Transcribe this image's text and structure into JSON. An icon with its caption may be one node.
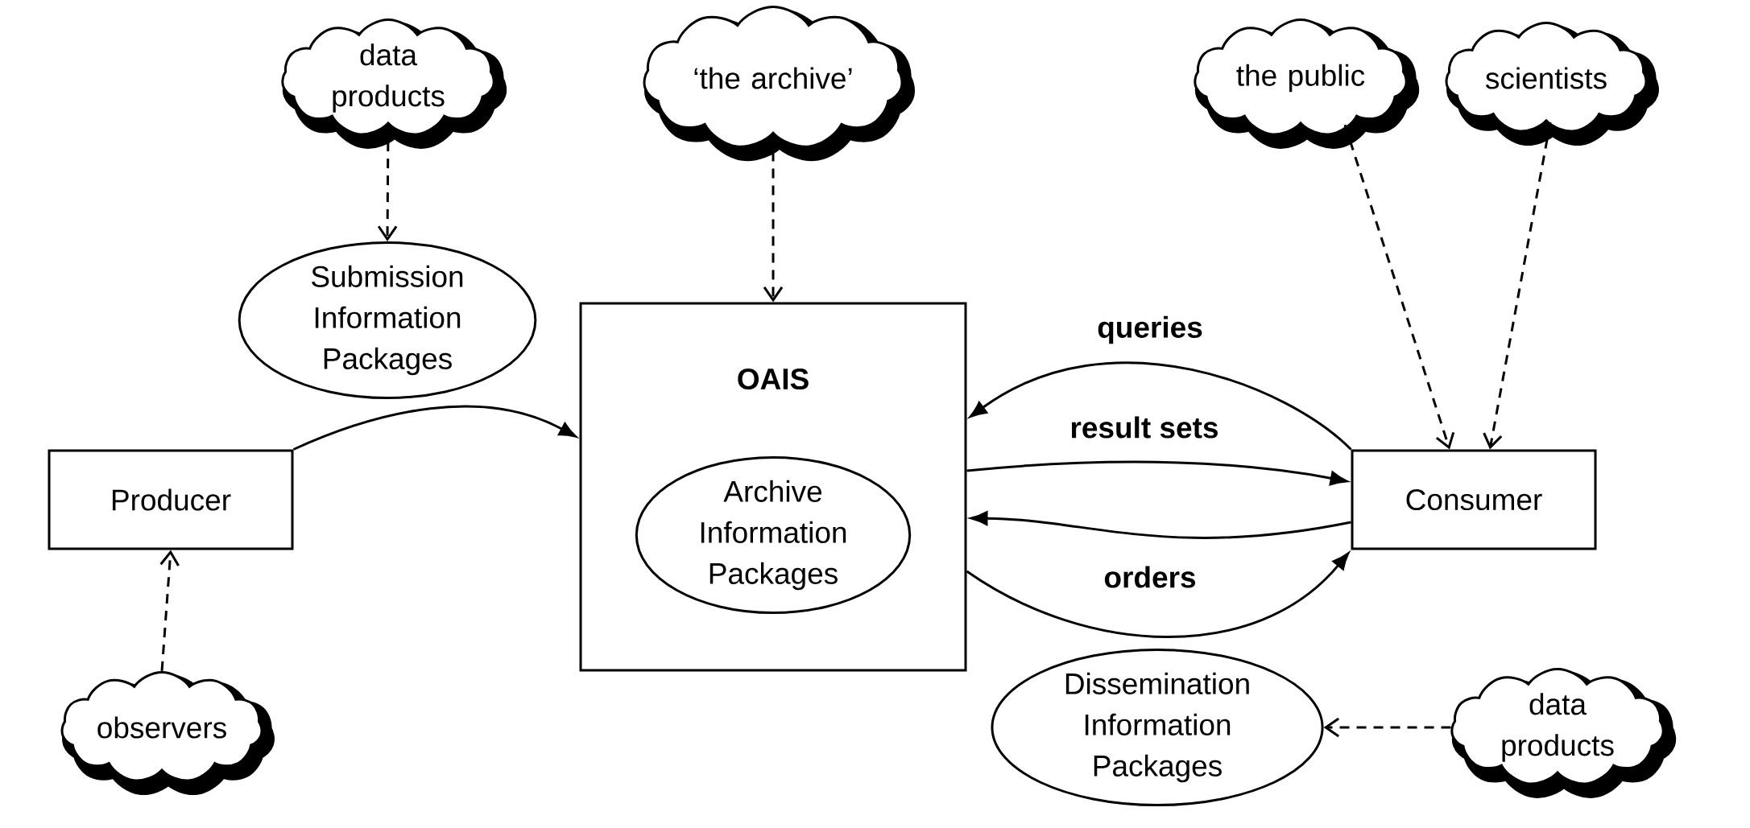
{
  "diagram": {
    "nodes": [
      {
        "text": [
          "data products"
        ]
      },
      {
        "text": [
          "‘the archive’"
        ]
      },
      {
        "text": [
          "the public"
        ]
      },
      {
        "text": [
          "scientists"
        ]
      },
      {
        "text": [
          "Submission Information Packages"
        ]
      },
      {
        "text": [
          "OAIS"
        ]
      },
      {
        "text": [
          "Archive Information Packages"
        ],
        "in": 5
      },
      {
        "text": [
          "Producer"
        ]
      },
      {
        "text": [
          "Consumer"
        ]
      },
      {
        "text": [
          "Dissemination Information Packages"
        ]
      },
      {
        "text": [
          "observers"
        ]
      },
      {
        "text": [
          "data products"
        ]
      }
    ],
    "edges": [
      {
        "from": 0,
        "to": 4,
        "arrow": "to",
        "style": "dashed"
      },
      {
        "from": 1,
        "to": 5,
        "arrow": "to",
        "style": "dashed"
      },
      {
        "from": 2,
        "to": 8,
        "arrow": "to",
        "style": "dashed"
      },
      {
        "from": 3,
        "to": 8,
        "arrow": "to",
        "style": "dashed"
      },
      {
        "from": 10,
        "to": 7,
        "arrow": "to",
        "style": "dashed"
      },
      {
        "from": 11,
        "to": 9,
        "arrow": "to",
        "style": "dashed"
      },
      {
        "from": 7,
        "to": 5,
        "arrow": "to"
      },
      {
        "from": 8,
        "to": 5,
        "arrow": "to",
        "label": "queries"
      },
      {
        "from": 5,
        "to": 8,
        "arrow": "to",
        "label": "result sets"
      },
      {
        "from": 8,
        "to": 5,
        "arrow": "to",
        "label": "orders"
      },
      {
        "from": 5,
        "to": 8,
        "arrow": "to"
      }
    ]
  }
}
